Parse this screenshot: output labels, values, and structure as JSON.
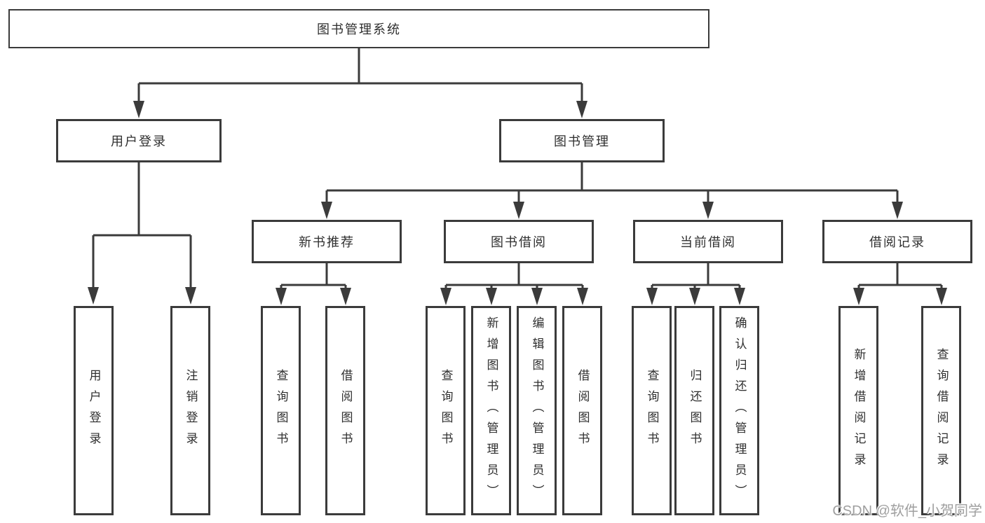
{
  "diagram_type": "functional-decomposition-tree",
  "tree": {
    "root": {
      "label": "图书管理系统",
      "children": [
        {
          "label": "用户登录",
          "children": [
            {
              "label": "用户登录"
            },
            {
              "label": "注销登录"
            }
          ]
        },
        {
          "label": "图书管理",
          "children": [
            {
              "label": "新书推荐",
              "children": [
                {
                  "label": "查询图书"
                },
                {
                  "label": "借阅图书"
                }
              ]
            },
            {
              "label": "图书借阅",
              "children": [
                {
                  "label": "查询图书"
                },
                {
                  "label": "新增图书（管理员）"
                },
                {
                  "label": "编辑图书（管理员）"
                },
                {
                  "label": "借阅图书"
                }
              ]
            },
            {
              "label": "当前借阅",
              "children": [
                {
                  "label": "查询图书"
                },
                {
                  "label": "归还图书"
                },
                {
                  "label": "确认归还（管理员）"
                }
              ]
            },
            {
              "label": "借阅记录",
              "children": [
                {
                  "label": "新增借阅记录"
                },
                {
                  "label": "查询借阅记录"
                }
              ]
            }
          ]
        }
      ]
    }
  },
  "watermark": {
    "text": "CSDN @软件_小贺同学"
  },
  "colors": {
    "line": "#3b3b3b",
    "text": "#2f2f2f",
    "node_background": "#ffffff",
    "page_background": "#ffffff",
    "watermark": "#9f9f9f"
  }
}
